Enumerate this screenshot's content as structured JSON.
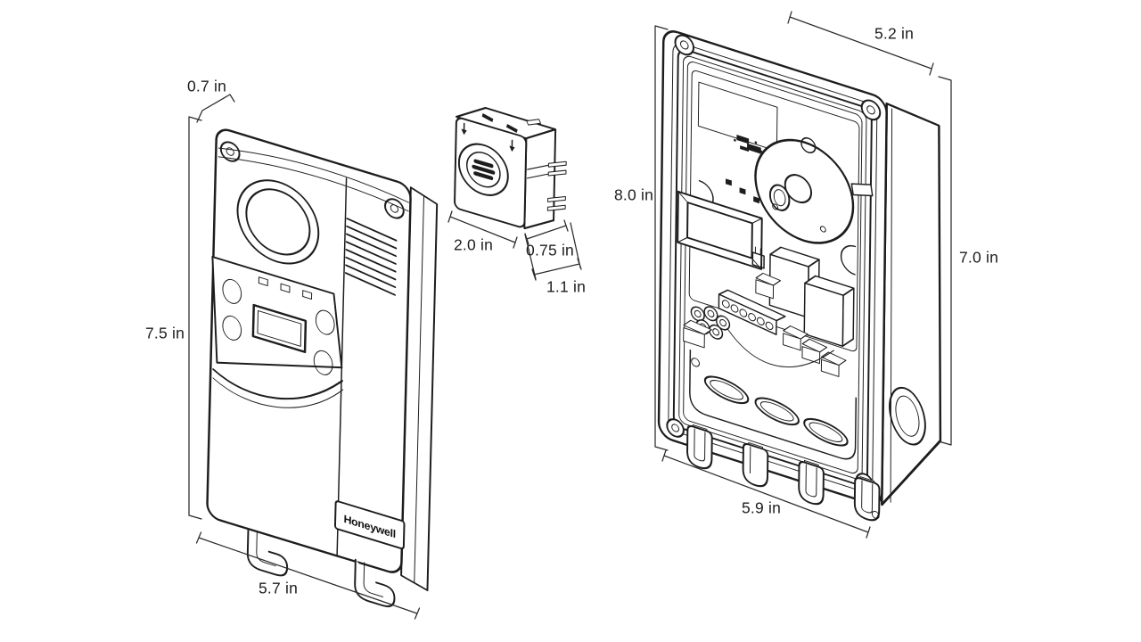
{
  "figure": {
    "background_color": "#ffffff",
    "line_color": "#1d1d1d"
  },
  "detector_front_view": {
    "brand_label": "Honeywell",
    "dims": {
      "depth": "0.7 in",
      "height": "7.5 in",
      "width": "5.7 in"
    }
  },
  "sensor_module_view": {
    "dims": {
      "width": "2.0 in",
      "depth": "0.75 in",
      "height": "1.1 in"
    }
  },
  "enclosure_open_view": {
    "dims": {
      "top_width": "5.2 in",
      "left_height": "8.0 in",
      "right_height": "7.0 in",
      "bottom_width": "5.9 in"
    }
  }
}
